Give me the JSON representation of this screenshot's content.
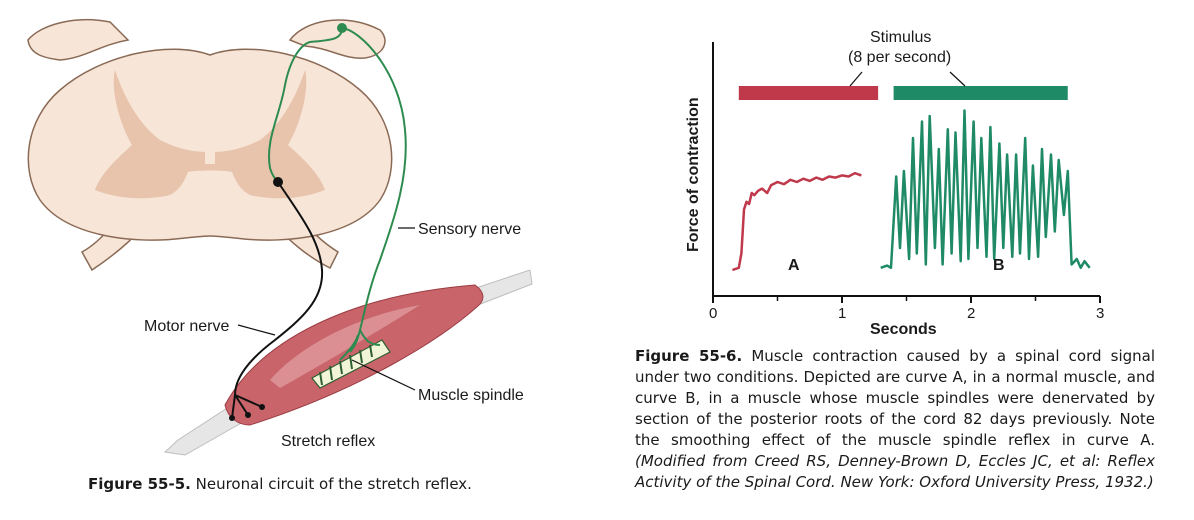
{
  "left_figure": {
    "labels": {
      "sensory_nerve": "Sensory nerve",
      "motor_nerve": "Motor nerve",
      "muscle_spindle": "Muscle spindle",
      "stretch_reflex": "Stretch reflex"
    },
    "caption": {
      "number": "Figure 55-5.",
      "text": "Neuronal circuit of the stretch reflex."
    },
    "colors": {
      "sensory": "#2e8b4f",
      "motor": "#111111",
      "gray_matter": "#e8c4ad",
      "cord": "#f7e6d8",
      "muscle": "#c8646a"
    }
  },
  "right_figure": {
    "caption": {
      "number": "Figure 55-6.",
      "text": "Muscle contraction caused by a spinal cord signal under two conditions. Depicted are curve A, in a normal muscle, and curve B, in a muscle whose muscle spindles were denervated by section of the posterior roots of the cord 82 days previously. Note the smoothing effect of the muscle spindle reflex in curve A.",
      "citation": "(Modified from Creed RS, Denney-Brown D, Eccles JC, et al: Reflex Activity of the Spinal Cord. New York: Oxford University Press, 1932.)"
    }
  },
  "chart_data": {
    "type": "line",
    "title": "",
    "xlabel": "Seconds",
    "ylabel": "Force of contraction",
    "xlim": [
      0,
      3
    ],
    "x_ticks": [
      "0",
      "1",
      "2",
      "3"
    ],
    "annotations": {
      "stimulus_line1": "Stimulus",
      "stimulus_line2": "(8 per second)"
    },
    "stimulus_bars": [
      {
        "series": "A",
        "start": 0.2,
        "end": 1.28,
        "color": "#c0394b"
      },
      {
        "series": "B",
        "start": 1.4,
        "end": 2.75,
        "color": "#1f8a66"
      }
    ],
    "series": [
      {
        "name": "A",
        "color": "#c0394b",
        "x": [
          0.15,
          0.2,
          0.22,
          0.24,
          0.26,
          0.28,
          0.3,
          0.32,
          0.35,
          0.38,
          0.42,
          0.45,
          0.5,
          0.55,
          0.6,
          0.65,
          0.7,
          0.75,
          0.8,
          0.85,
          0.9,
          0.95,
          1.0,
          1.05,
          1.1,
          1.15
        ],
        "y": [
          0.0,
          0.02,
          0.15,
          0.55,
          0.62,
          0.6,
          0.7,
          0.68,
          0.72,
          0.74,
          0.7,
          0.77,
          0.8,
          0.78,
          0.82,
          0.8,
          0.83,
          0.81,
          0.84,
          0.82,
          0.85,
          0.84,
          0.86,
          0.85,
          0.88,
          0.86
        ]
      },
      {
        "name": "B",
        "color": "#1f8a66",
        "x": [
          1.3,
          1.35,
          1.38,
          1.42,
          1.45,
          1.48,
          1.52,
          1.55,
          1.58,
          1.62,
          1.65,
          1.68,
          1.72,
          1.75,
          1.78,
          1.82,
          1.85,
          1.88,
          1.92,
          1.95,
          1.98,
          2.02,
          2.05,
          2.08,
          2.12,
          2.15,
          2.18,
          2.22,
          2.25,
          2.28,
          2.32,
          2.35,
          2.38,
          2.42,
          2.45,
          2.48,
          2.52,
          2.55,
          2.58,
          2.62,
          2.65,
          2.68,
          2.72,
          2.75,
          2.78,
          2.82,
          2.85,
          2.88,
          2.92
        ],
        "y": [
          0.02,
          0.04,
          0.02,
          0.85,
          0.2,
          0.9,
          0.1,
          1.2,
          0.15,
          1.35,
          0.05,
          1.4,
          0.2,
          1.1,
          0.05,
          1.28,
          0.15,
          1.25,
          0.08,
          1.45,
          0.1,
          1.35,
          0.2,
          1.2,
          0.12,
          1.3,
          0.1,
          1.15,
          0.2,
          1.05,
          0.12,
          1.05,
          0.15,
          1.2,
          0.1,
          0.95,
          0.12,
          1.1,
          0.3,
          1.05,
          0.35,
          1.0,
          0.5,
          0.9,
          0.05,
          0.1,
          0.02,
          0.08,
          0.02
        ]
      }
    ],
    "series_labels": [
      "A",
      "B"
    ]
  }
}
